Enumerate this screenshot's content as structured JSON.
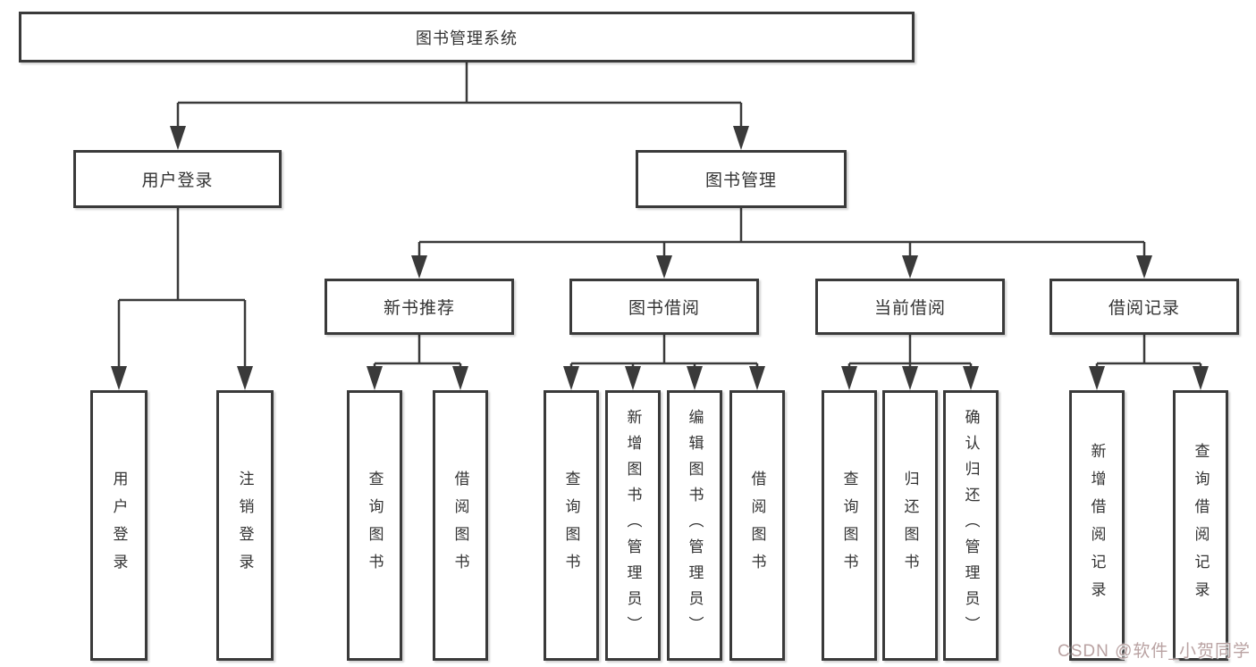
{
  "diagram": {
    "title": "图书管理系统",
    "type": "hierarchy-tree",
    "colors": {
      "line": "#3a3a3a",
      "box_border": "#3a3a3a",
      "text": "#333333",
      "background": "#ffffff",
      "watermark": "#b9a2a2"
    },
    "nodes": {
      "root": {
        "label": "图书管理系统"
      },
      "user_login": {
        "label": "用户登录"
      },
      "book_mgmt": {
        "label": "图书管理"
      },
      "new_book_rec": {
        "label": "新书推荐"
      },
      "book_borrow": {
        "label": "图书借阅"
      },
      "current_borrow": {
        "label": "当前借阅"
      },
      "borrow_records": {
        "label": "借阅记录"
      },
      "leaf_user_login": {
        "label": "用户登录",
        "parent": "用户登录"
      },
      "leaf_logout": {
        "label": "注销登录",
        "parent": "用户登录"
      },
      "leaf_nbr_query": {
        "label": "查询图书",
        "parent": "新书推荐"
      },
      "leaf_nbr_borrow": {
        "label": "借阅图书",
        "parent": "新书推荐"
      },
      "leaf_bb_query": {
        "label": "查询图书",
        "parent": "图书借阅"
      },
      "leaf_bb_add": {
        "label": "新增图书（管理员）",
        "parent": "图书借阅"
      },
      "leaf_bb_edit": {
        "label": "编辑图书（管理员）",
        "parent": "图书借阅"
      },
      "leaf_bb_borrow": {
        "label": "借阅图书",
        "parent": "图书借阅"
      },
      "leaf_cb_query": {
        "label": "查询图书",
        "parent": "当前借阅"
      },
      "leaf_cb_return": {
        "label": "归还图书",
        "parent": "当前借阅"
      },
      "leaf_cb_confirm": {
        "label": "确认归还（管理员）",
        "parent": "当前借阅"
      },
      "leaf_br_add": {
        "label": "新增借阅记录",
        "parent": "借阅记录"
      },
      "leaf_br_query": {
        "label": "查询借阅记录",
        "parent": "借阅记录"
      }
    },
    "watermark": {
      "text": "CSDN @软件_小贺同学"
    }
  }
}
